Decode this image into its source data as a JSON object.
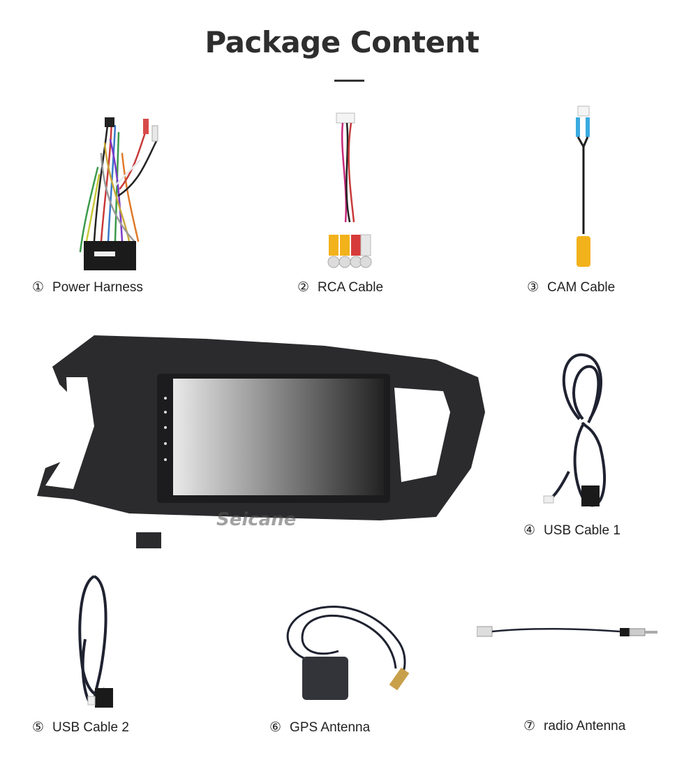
{
  "title": "Package Content",
  "watermark": "Seicane",
  "items": [
    {
      "number": "①",
      "name": "Power Harness",
      "icon": "power-harness-image"
    },
    {
      "number": "②",
      "name": "RCA Cable",
      "icon": "rca-cable-image"
    },
    {
      "number": "③",
      "name": "CAM Cable",
      "icon": "cam-cable-image"
    },
    {
      "number": "④",
      "name": "USB Cable 1",
      "icon": "usb-cable-image"
    },
    {
      "number": "⑤",
      "name": "USB Cable 2",
      "icon": "usb-cable-image"
    },
    {
      "number": "⑥",
      "name": "GPS Antenna",
      "icon": "gps-antenna-image"
    },
    {
      "number": "⑦",
      "name": "radio Antenna",
      "icon": "radio-antenna-image"
    }
  ],
  "colors": {
    "title": "#2e2e2e",
    "frame": "#2b2b2e",
    "cable": "#1f2230",
    "rca_yellow": "#f2b21c",
    "rca_red": "#d73a3a",
    "rca_white": "#e6e6e6"
  }
}
